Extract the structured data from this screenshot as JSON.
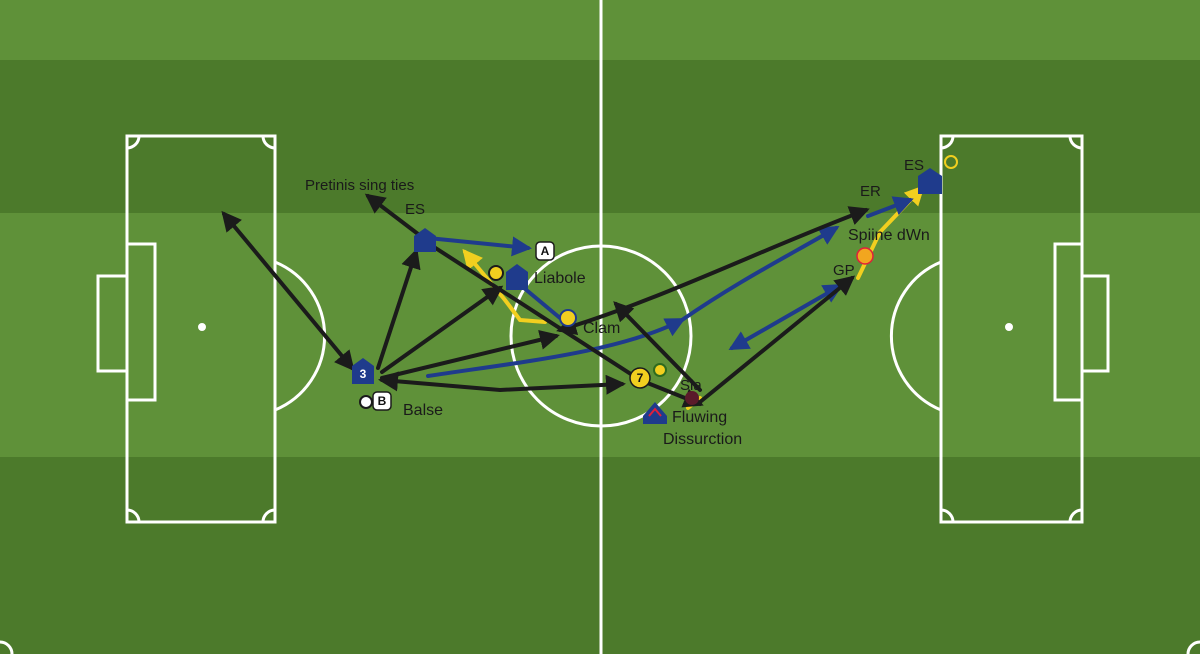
{
  "pitch": {
    "stripe_light": "#5f9139",
    "stripe_dark": "#4c7a2b",
    "line_color": "#ffffff"
  },
  "colors": {
    "black_arrow": "#1b1b1b",
    "blue_arrow": "#1f3b8c",
    "yellow_arrow": "#f2cf1f",
    "player_blue": "#1f3b8c"
  },
  "labels": {
    "passing_title": "Pretinis sing ties",
    "es_left": "ES",
    "a_marker": "A",
    "liabole": "Liabole",
    "claim": "Clam",
    "b_marker": "B",
    "balse": "Balse",
    "seven_marker": "7",
    "sla": "Sla",
    "flowing": "Fluwing",
    "dissurection": "Dissurction",
    "es_right": "ES",
    "er": "ER",
    "spine_down": "Spiine dWn",
    "gp": "GP"
  },
  "players": {
    "p1": "",
    "p2": "",
    "p3": "3",
    "p4": "",
    "p5": ""
  }
}
